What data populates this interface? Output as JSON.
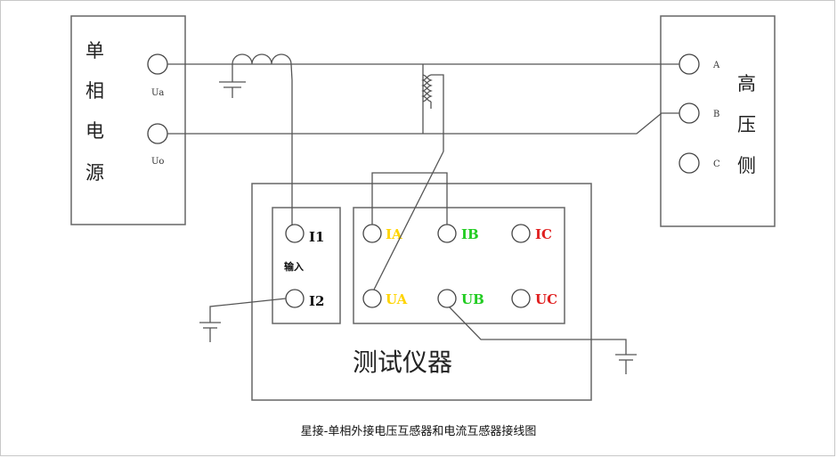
{
  "source": {
    "title_chars": [
      "单",
      "相",
      "电",
      "源"
    ],
    "terminal_ua": "Ua",
    "terminal_uo": "Uo"
  },
  "high_side": {
    "title_chars": [
      "高",
      "压",
      "侧"
    ],
    "terminal_a": "A",
    "terminal_b": "B",
    "terminal_c": "C"
  },
  "instrument": {
    "title": "测试仪器",
    "input_label": "输入",
    "i1": "I1",
    "i2": "I2",
    "ia": "IA",
    "ib": "IB",
    "ic": "IC",
    "ua": "UA",
    "ub": "UB",
    "uc": "UC"
  },
  "colors": {
    "yellow_terminal": "#ffd400",
    "green_terminal": "#22cc22",
    "red_terminal": "#e02020"
  },
  "caption": "星接-单相外接电压互感器和电流互感器接线图"
}
